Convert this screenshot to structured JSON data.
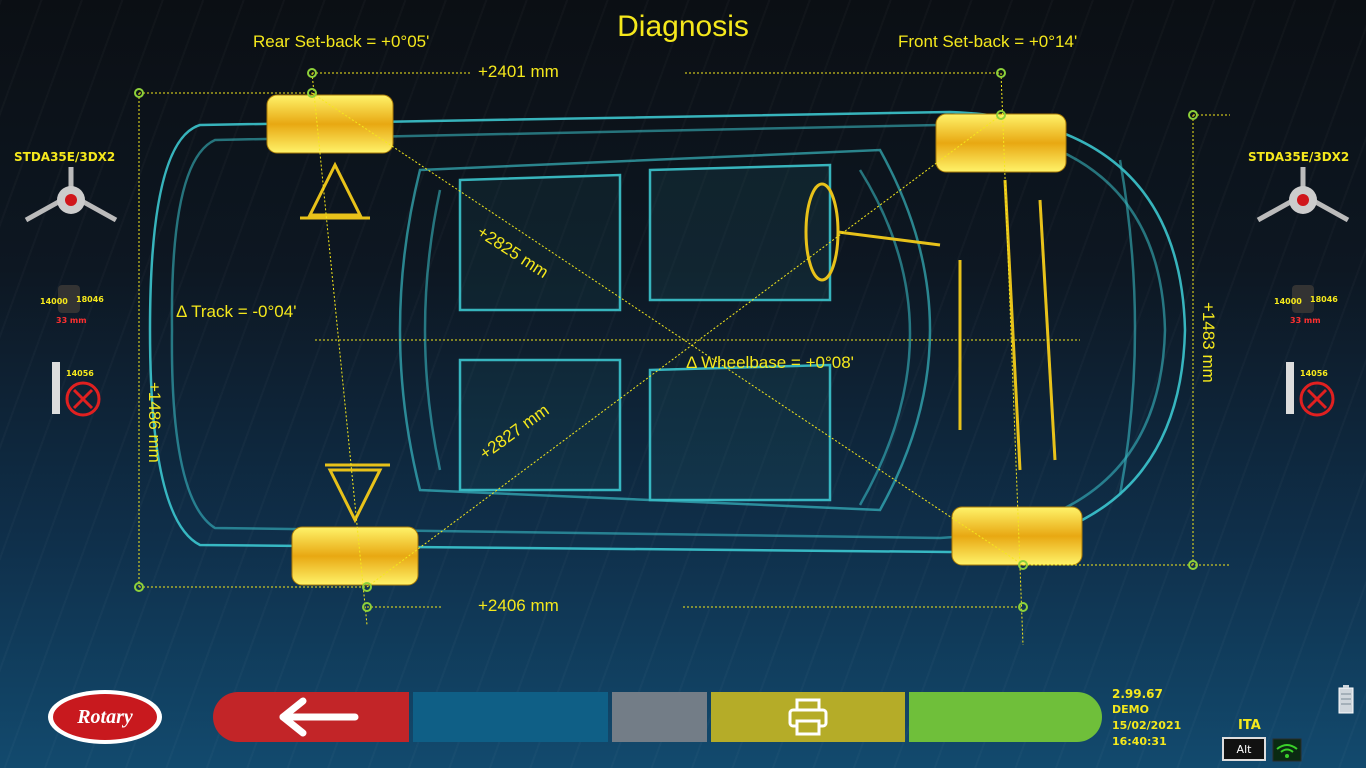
{
  "header": {
    "title": "Diagnosis"
  },
  "measurements": {
    "rear_setback": "Rear Set-back = +0°05'",
    "front_setback": "Front Set-back = +0°14'",
    "top_track_width": "+2401 mm",
    "bottom_track_width": "+2406 mm",
    "diagonal_1": "+2825 mm",
    "diagonal_2": "+2827 mm",
    "delta_track": "Δ Track = -0°04'",
    "delta_wheelbase": "Δ Wheelbase = +0°08'",
    "left_wheelbase": "+1486 mm",
    "right_wheelbase": "+1483 mm"
  },
  "sensors": {
    "left": {
      "model": "STDA35E/3DX2",
      "code_a": "14000",
      "code_b": "18046",
      "distance": "33 mm",
      "clamp_code": "14056"
    },
    "right": {
      "model": "STDA35E/3DX2",
      "code_a": "14000",
      "code_b": "18046",
      "distance": "33 mm",
      "clamp_code": "14056"
    }
  },
  "brand": {
    "logo_text": "Rotary"
  },
  "toolbar": {
    "back_icon": "arrow-left-icon",
    "print_icon": "printer-icon"
  },
  "status": {
    "version": "2.99.67",
    "mode": "DEMO",
    "date": "15/02/2021",
    "time": "16:40:31",
    "language": "ITA",
    "keyboard_label": "Alt"
  },
  "colors": {
    "accent_yellow": "#f5e81c",
    "car_outline": "#3fd0d8",
    "wheel_gold": "#e8c21a",
    "point_green": "#8ed13a",
    "back_red": "#c22528",
    "blue": "#0f5f86",
    "gray": "#737d87",
    "olive": "#b5ac28",
    "green": "#6fbf3a"
  }
}
